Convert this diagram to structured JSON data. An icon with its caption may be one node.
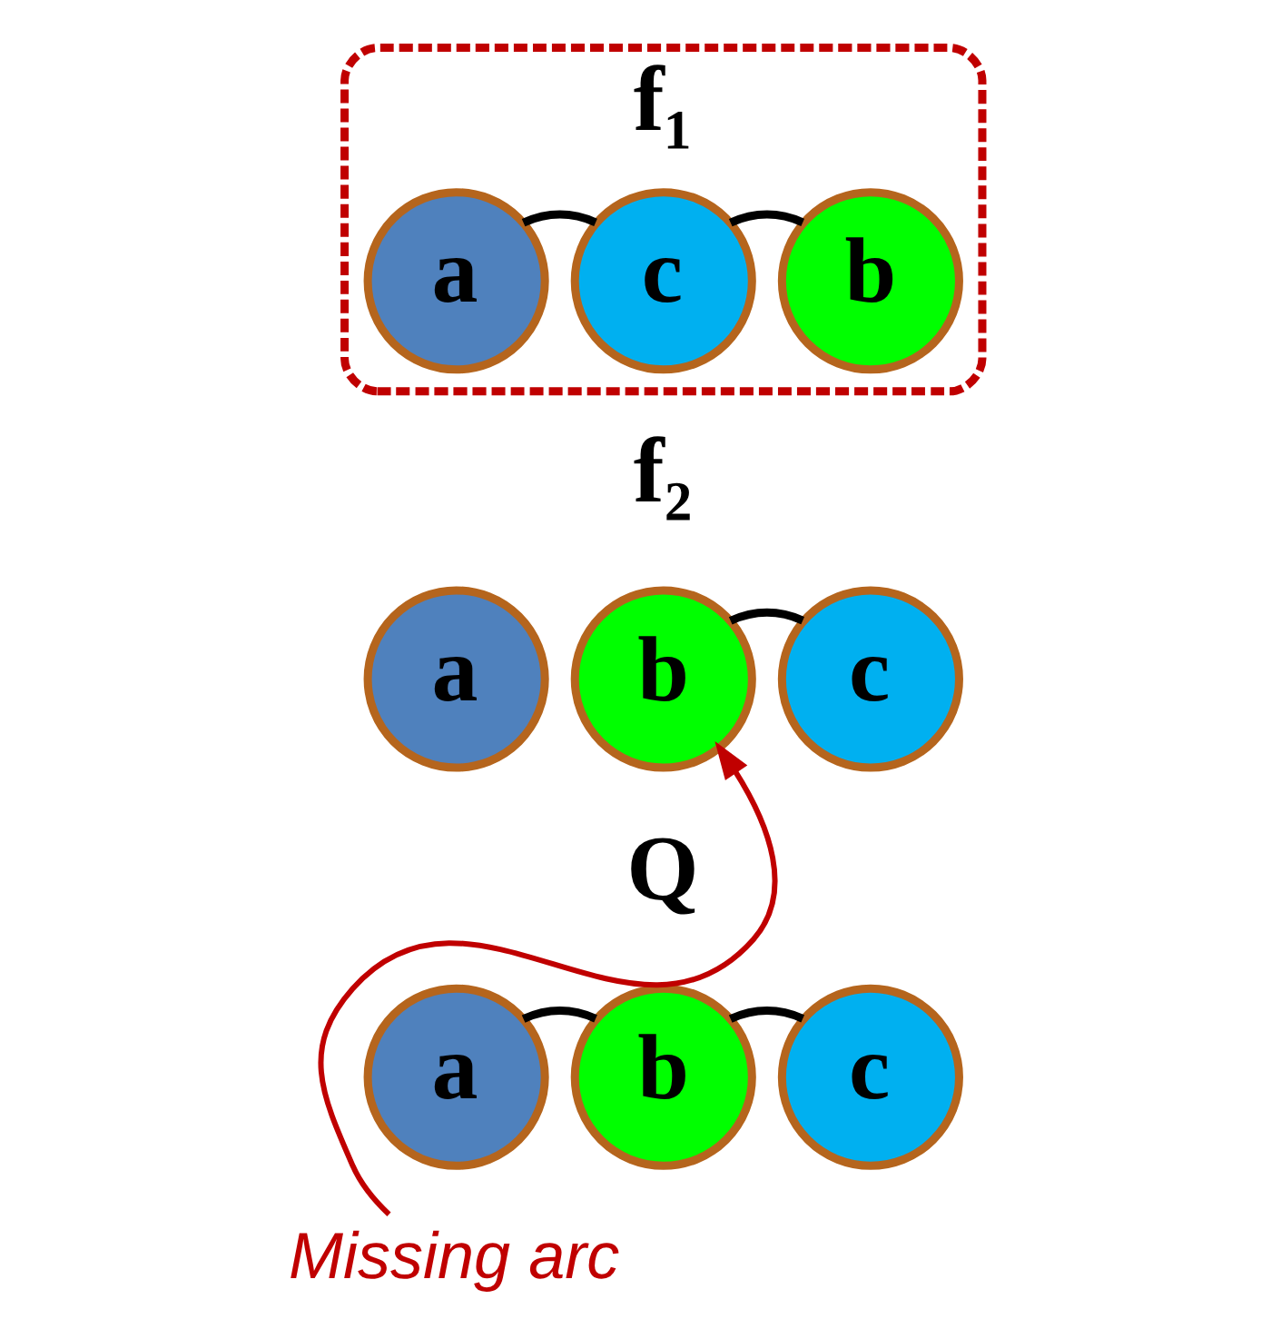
{
  "diagram": {
    "nodes": [
      {
        "text": [
          "f₁"
        ]
      },
      {
        "text": [
          "a"
        ],
        "in": 0
      },
      {
        "text": [
          "c"
        ],
        "in": 0
      },
      {
        "text": [
          "b"
        ],
        "in": 0
      },
      {
        "text": [
          "a"
        ]
      },
      {
        "text": [
          "b"
        ]
      },
      {
        "text": [
          "c"
        ]
      },
      {
        "text": [
          "a"
        ]
      },
      {
        "text": [
          "b"
        ]
      },
      {
        "text": [
          "c"
        ]
      },
      {
        "text": [
          "Missing arc"
        ]
      }
    ],
    "edges": [
      {
        "from": 1,
        "to": 2,
        "arrow": "none"
      },
      {
        "from": 2,
        "to": 3,
        "arrow": "none"
      },
      {
        "from": 5,
        "to": 6,
        "arrow": "none"
      },
      {
        "from": 7,
        "to": 8,
        "arrow": "none"
      },
      {
        "from": 8,
        "to": 9,
        "arrow": "none"
      },
      {
        "from": 10,
        "to": 5,
        "arrow": "to",
        "color": "#c00000"
      }
    ],
    "labels": [
      "f₂",
      "Q"
    ]
  }
}
